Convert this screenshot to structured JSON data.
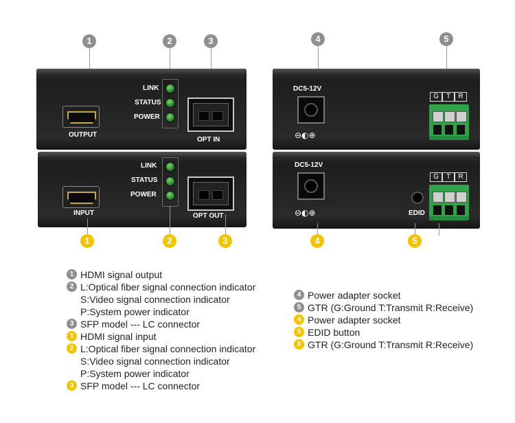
{
  "callouts": {
    "left_top": [
      "1",
      "2",
      "3"
    ],
    "right_top": [
      "4",
      "5"
    ],
    "left_bottom": [
      "1",
      "2",
      "3"
    ],
    "right_bottom": [
      "4",
      "5"
    ]
  },
  "panels": {
    "left_top": {
      "hdmi_label": "OUTPUT",
      "leds": [
        "LINK",
        "STATUS",
        "POWER"
      ],
      "sfp_label": "OPT IN"
    },
    "left_bottom": {
      "hdmi_label": "INPUT",
      "leds": [
        "LINK",
        "STATUS",
        "POWER"
      ],
      "sfp_label": "OPT OUT"
    },
    "right_top": {
      "dc_label": "DC5-12V",
      "gtr": [
        "G",
        "T",
        "R"
      ]
    },
    "right_bottom": {
      "dc_label": "DC5-12V",
      "edid_label": "EDID",
      "gtr": [
        "G",
        "T",
        "R"
      ]
    }
  },
  "legend_left": [
    {
      "badge": "1",
      "color": "gray",
      "text": "HDMI signal output"
    },
    {
      "badge": "2",
      "color": "gray",
      "text": "L:Optical fiber signal connection indicator"
    },
    {
      "badge": "",
      "color": "",
      "text": "S:Video signal connection indicator"
    },
    {
      "badge": "",
      "color": "",
      "text": "P:System power indicator"
    },
    {
      "badge": "3",
      "color": "gray",
      "text": "SFP model --- LC connector"
    },
    {
      "badge": "1",
      "color": "yellow",
      "text": "HDMI signal input"
    },
    {
      "badge": "2",
      "color": "yellow",
      "text": "L:Optical fiber signal connection indicator"
    },
    {
      "badge": "",
      "color": "",
      "text": "S:Video signal connection indicator"
    },
    {
      "badge": "",
      "color": "",
      "text": "P:System power indicator"
    },
    {
      "badge": "3",
      "color": "yellow",
      "text": "SFP model --- LC connector"
    }
  ],
  "legend_right": [
    {
      "badge": "4",
      "color": "gray",
      "text": "Power adapter socket"
    },
    {
      "badge": "5",
      "color": "gray",
      "text": "GTR (G:Ground T:Transmit  R:Receive)"
    },
    {
      "badge": "4",
      "color": "yellow",
      "text": "Power adapter socket"
    },
    {
      "badge": "5",
      "color": "yellow",
      "text": "EDID button"
    },
    {
      "badge": "6",
      "color": "yellow",
      "text": "GTR (G:Ground T:Transmit  R:Receive)"
    }
  ],
  "colors": {
    "gray_badge": "#8f8f8f",
    "yellow_badge": "#f5c400",
    "led_green": "#2e9b35",
    "terminal_green": "#2fa24a"
  },
  "icons": {
    "polarity": "dc-polarity-icon"
  }
}
